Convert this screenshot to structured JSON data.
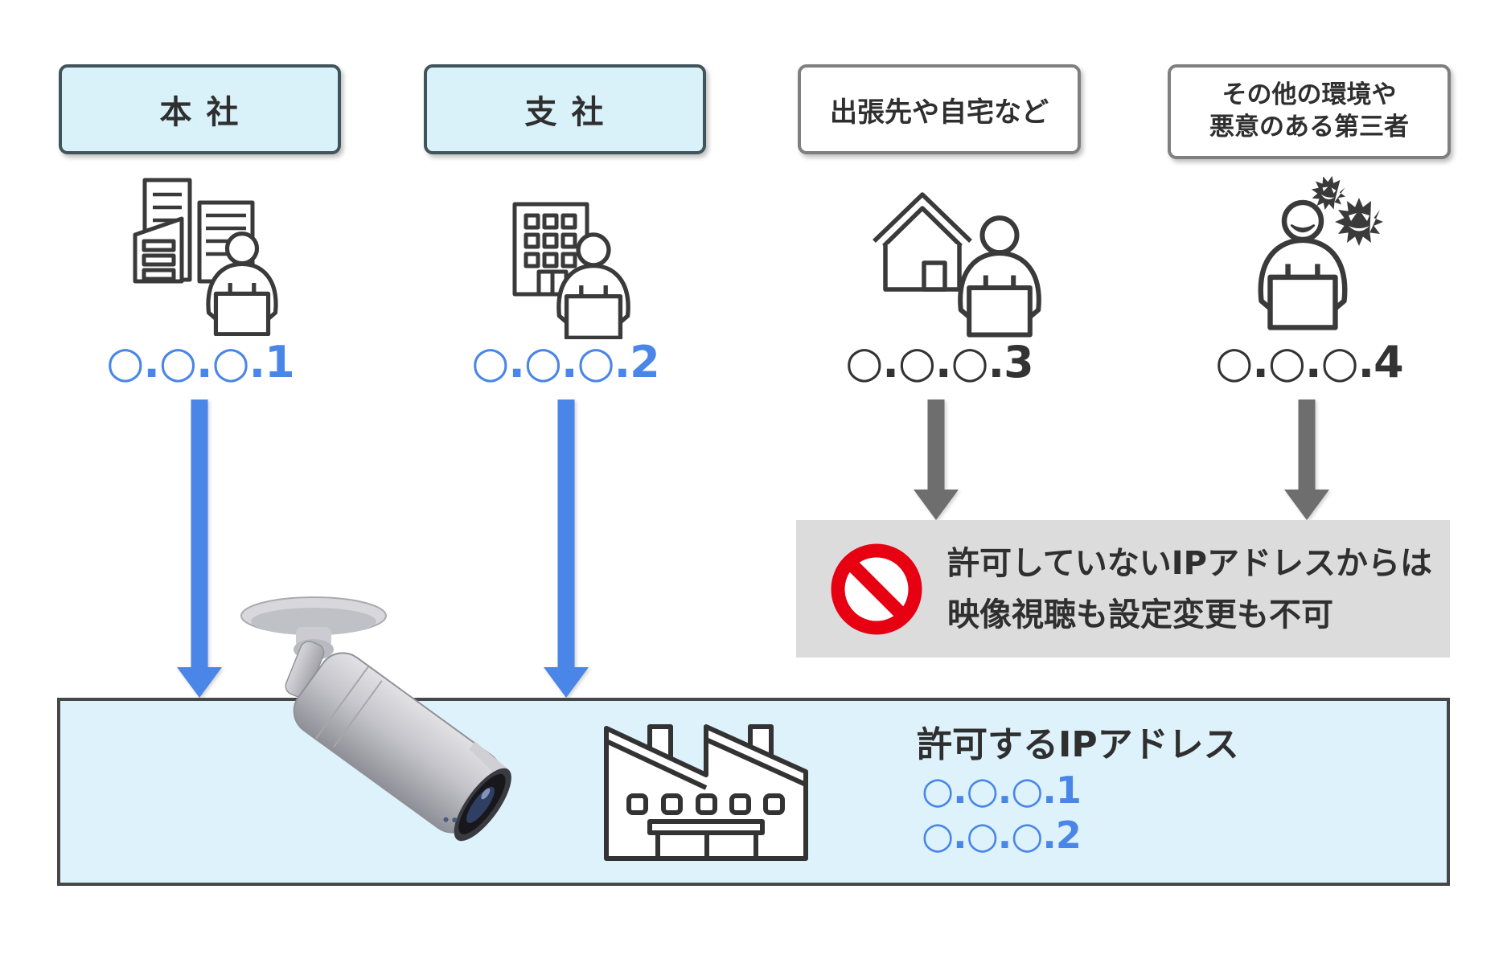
{
  "columns": [
    {
      "id": "head-office",
      "label": "本 社",
      "icon": "office-buildings-user-icon",
      "ip": "○.○.○.1",
      "allowed": true
    },
    {
      "id": "branch-office",
      "label": "支 社",
      "icon": "branch-building-user-icon",
      "ip": "○.○.○.2",
      "allowed": true
    },
    {
      "id": "remote-locations",
      "label": "出張先や自宅など",
      "icon": "home-user-icon",
      "ip": "○.○.○.3",
      "allowed": false
    },
    {
      "id": "third-party",
      "label_line1": "その他の環境や",
      "label_line2": "悪意のある第三者",
      "icon": "malicious-user-icon",
      "ip": "○.○.○.4",
      "allowed": false
    }
  ],
  "denied_notice": {
    "icon": "prohibition-icon",
    "line1": "許可していないIPアドレスからは",
    "line2": "映像視聴も設定変更も不可"
  },
  "allowed_panel": {
    "title": "許可するIPアドレス",
    "ips": [
      "○.○.○.1",
      "○.○.○.2"
    ],
    "icons": [
      "network-camera-image",
      "factory-icon"
    ]
  },
  "colors": {
    "accent_blue": "#4a86e8",
    "denied_gray": "#6e6e6e",
    "box_blue_fill": "#d9f1f9",
    "box_blue_border": "#41545c",
    "box_white_border": "#7f7f7f",
    "band_fill": "#def2fb",
    "band_border": "#474747",
    "notice_fill": "#dcdcdc",
    "prohibition_red": "#e60012",
    "line_art": "#3a3a3a"
  }
}
